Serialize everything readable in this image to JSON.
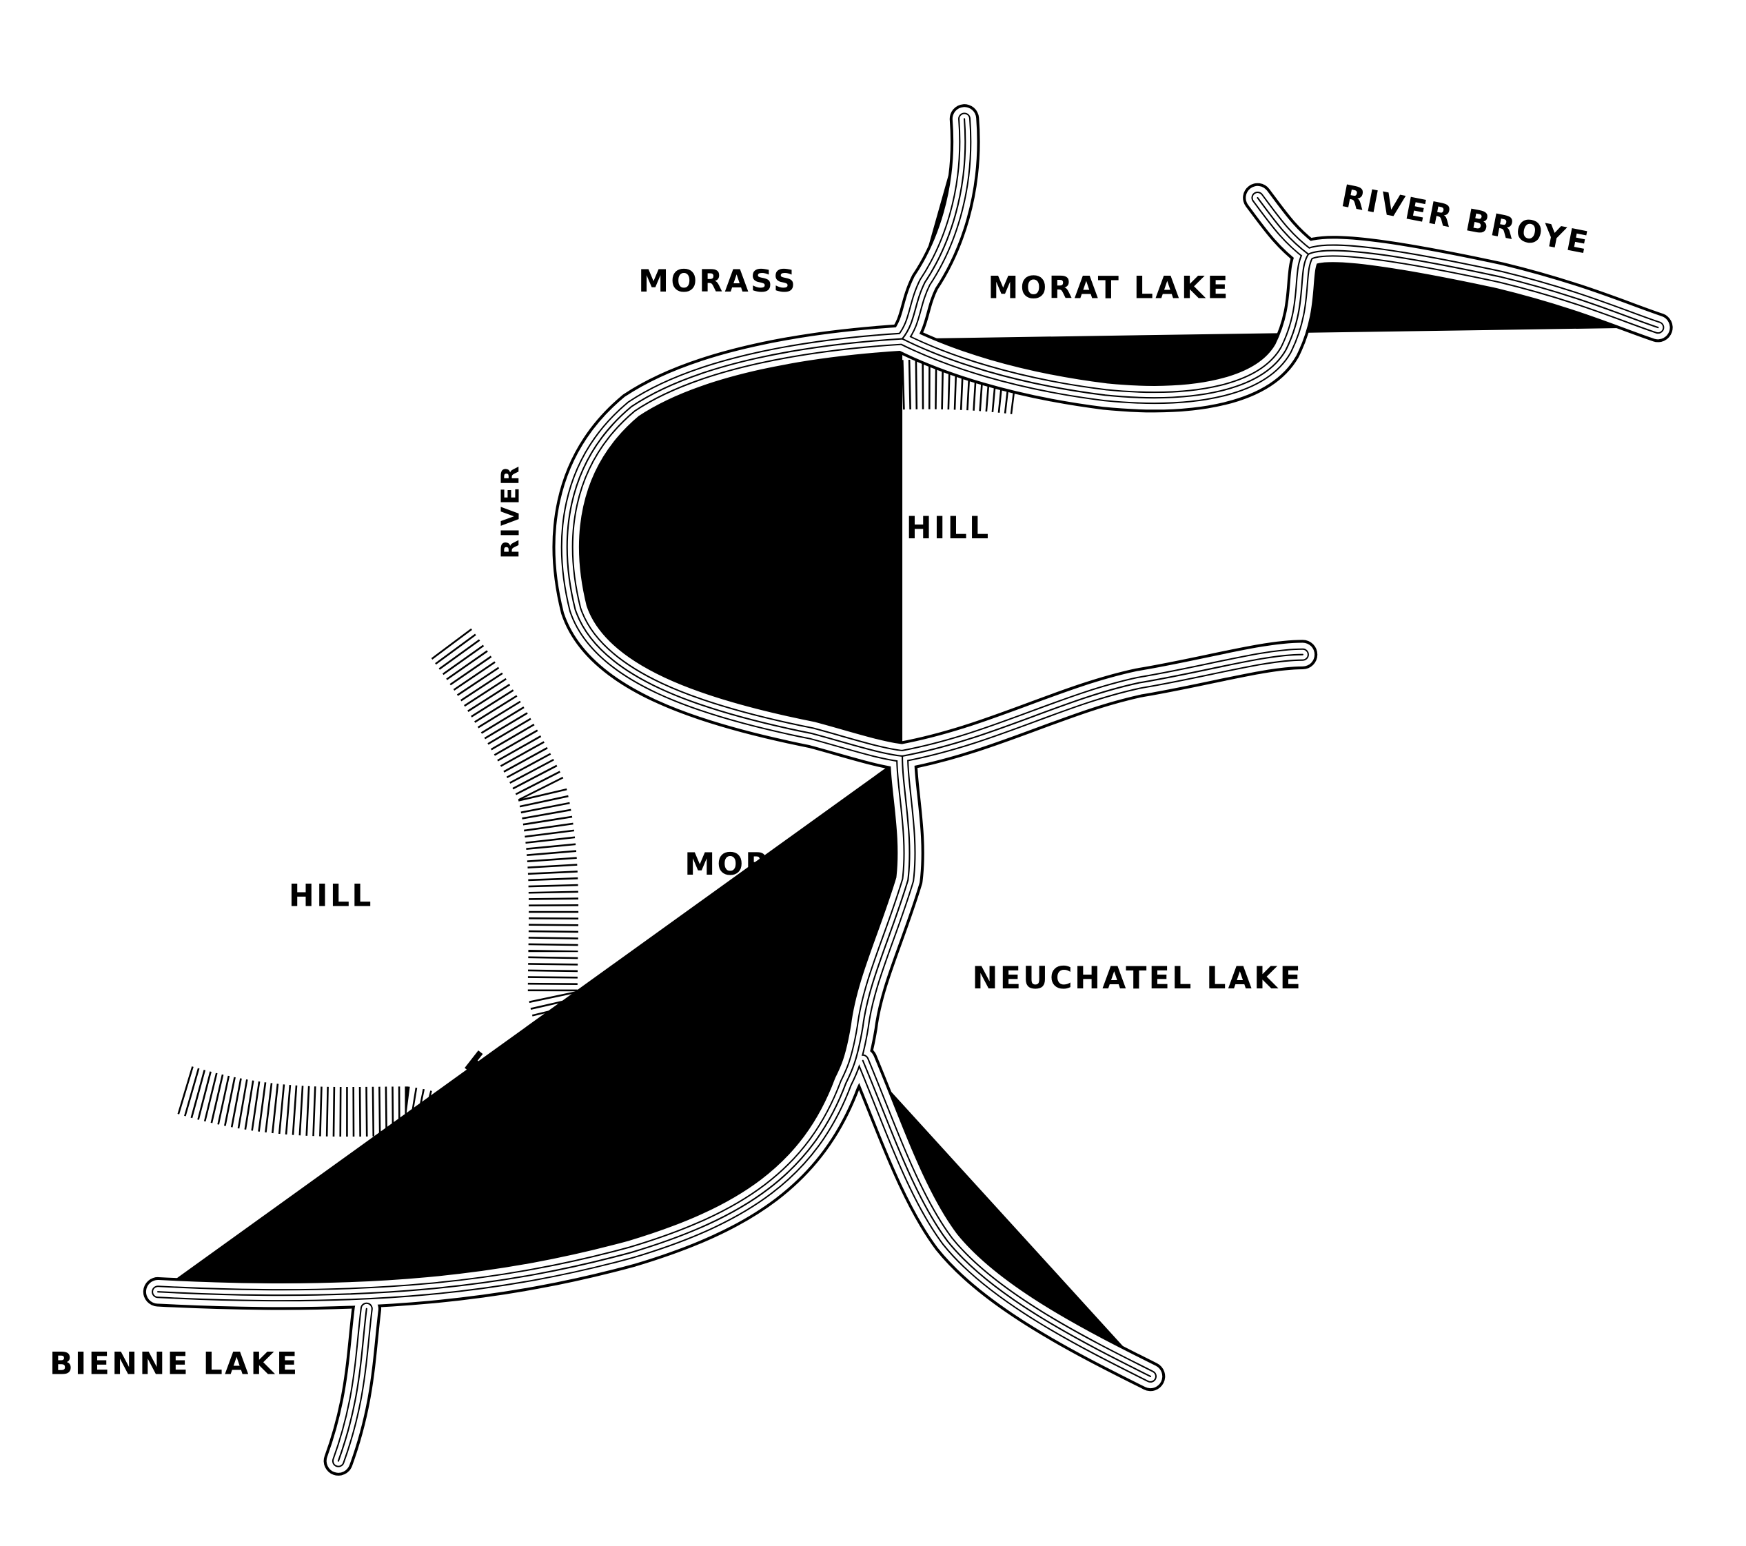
{
  "map": {
    "labels": {
      "morass_north": "MORASS",
      "morat_lake": "MORAT LAKE",
      "river_broye": "RIVER BROYE",
      "river": "RIVER",
      "veuilly_hill": "VEUILLY HILL",
      "morass_south": "MORASS",
      "hill_west": "HILL",
      "hill_ridge": "HILL",
      "neuchatel_lake": "NEUCHATEL LAKE",
      "bienne_lake": "BIENNE LAKE"
    },
    "colors": {
      "ink": "#000000",
      "paper": "#ffffff"
    }
  }
}
